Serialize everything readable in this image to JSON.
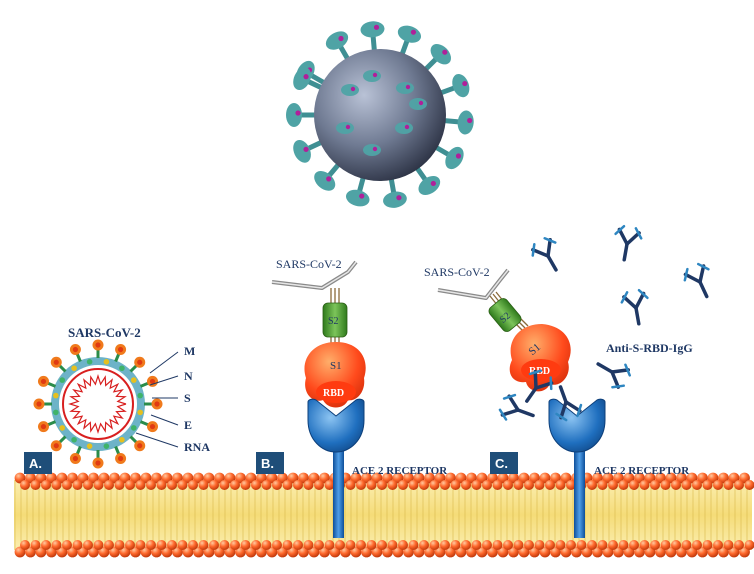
{
  "panel_a": {
    "letter": "A.",
    "title": "SARS-CoV-2",
    "legend": [
      "M",
      "N",
      "S",
      "E",
      "RNA"
    ]
  },
  "panel_b": {
    "letter": "B.",
    "virus_label": "SARS-CoV-2",
    "s2": "S2",
    "s1": "S1",
    "rbd": "RBD",
    "receptor": "ACE 2 RECEPTOR"
  },
  "panel_c": {
    "letter": "C.",
    "virus_label": "SARS-CoV-2",
    "s2": "S2",
    "s1": "S1",
    "rbd": "RBD",
    "antibody": "Anti-S-RBD-IgG",
    "receptor": "ACE 2 RECEPTOR"
  },
  "colors": {
    "panel_box": "#1f4e79",
    "text": "#1f3864",
    "spike_teal": "#4fa3a5",
    "receptor_blue": "#1f6fbf",
    "s1_orange": "#ff4a1c",
    "s2_green": "#4e9a2f",
    "membrane_head": "#ff6a2e",
    "membrane_tail": "#f5e08a",
    "antibody_dark": "#1f3864",
    "antibody_light": "#2e86c1"
  }
}
